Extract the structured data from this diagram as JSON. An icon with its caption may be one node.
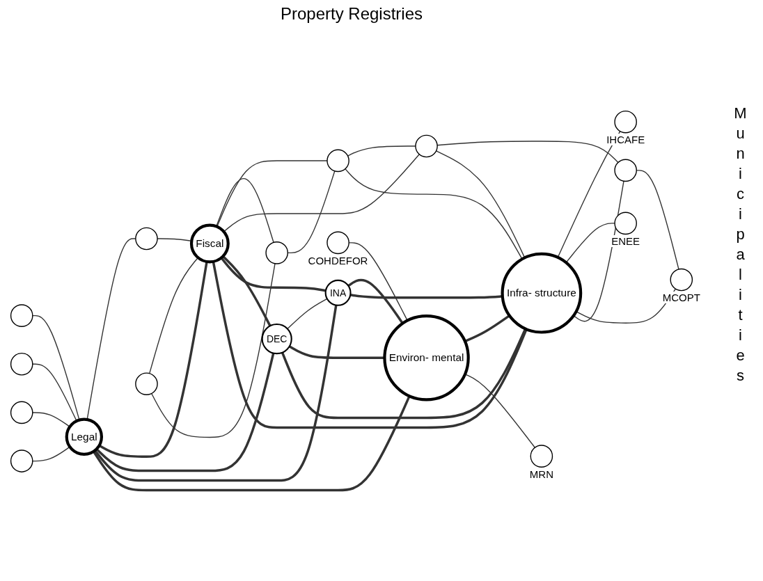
{
  "diagram": {
    "nodes": [
      {
        "text": [
          "Legal"
        ]
      },
      {
        "text": [
          "Fiscal"
        ]
      },
      {
        "text": [
          "DEC"
        ]
      },
      {
        "text": [
          "INA"
        ]
      },
      {
        "text": [
          "Environ- mental"
        ]
      },
      {
        "text": [
          "Infra- structure"
        ]
      },
      {
        "text": [],
        "shape": "circle"
      },
      {
        "text": [],
        "shape": "circle"
      },
      {
        "text": [],
        "shape": "circle"
      },
      {
        "text": [],
        "shape": "circle"
      },
      {
        "text": [],
        "shape": "circle"
      },
      {
        "text": [],
        "shape": "circle"
      },
      {
        "text": [],
        "shape": "circle"
      },
      {
        "text": [],
        "shape": "circle"
      },
      {
        "text": [],
        "shape": "circle"
      },
      {
        "text": [],
        "shape": "circle"
      },
      {
        "text": [],
        "shape": "circle",
        "beside": [
          "COHDEFOR"
        ]
      },
      {
        "text": [],
        "shape": "circle",
        "beside": [
          "MRN"
        ]
      },
      {
        "text": [],
        "shape": "circle",
        "beside": [
          "IHCAFE"
        ]
      },
      {
        "text": [],
        "shape": "circle",
        "beside": [
          "ENEE"
        ]
      },
      {
        "text": [],
        "shape": "circle",
        "beside": [
          "MCOPT"
        ]
      }
    ],
    "edges": [
      {
        "from": 6,
        "to": 0,
        "arrow": "none"
      },
      {
        "from": 7,
        "to": 0,
        "arrow": "none"
      },
      {
        "from": 8,
        "to": 0,
        "arrow": "none"
      },
      {
        "from": 9,
        "to": 0,
        "arrow": "none"
      },
      {
        "from": 0,
        "to": 10,
        "arrow": "none"
      },
      {
        "from": 0,
        "to": 1,
        "arrow": "none",
        "style": "thick"
      },
      {
        "from": 0,
        "to": 2,
        "arrow": "none",
        "style": "thick"
      },
      {
        "from": 0,
        "to": 3,
        "arrow": "none",
        "style": "thick"
      },
      {
        "from": 0,
        "to": 4,
        "arrow": "none",
        "style": "thick"
      },
      {
        "from": 10,
        "to": 1,
        "arrow": "none"
      },
      {
        "from": 11,
        "to": 1,
        "arrow": "none"
      },
      {
        "from": 11,
        "to": 12,
        "arrow": "none"
      },
      {
        "from": 1,
        "to": 12,
        "arrow": "none"
      },
      {
        "from": 12,
        "to": 13,
        "arrow": "none"
      },
      {
        "from": 1,
        "to": 13,
        "arrow": "none"
      },
      {
        "from": 1,
        "to": 14,
        "arrow": "none"
      },
      {
        "from": 13,
        "to": 14,
        "arrow": "none"
      },
      {
        "from": 14,
        "to": 15,
        "arrow": "none"
      },
      {
        "from": 1,
        "to": 2,
        "arrow": "none",
        "style": "thick"
      },
      {
        "from": 1,
        "to": 3,
        "arrow": "none",
        "style": "thick"
      },
      {
        "from": 1,
        "to": 5,
        "arrow": "none",
        "style": "thick"
      },
      {
        "from": 2,
        "to": 3,
        "arrow": "none"
      },
      {
        "from": 2,
        "to": 4,
        "arrow": "none",
        "style": "thick"
      },
      {
        "from": 2,
        "to": 5,
        "arrow": "none",
        "style": "thick"
      },
      {
        "from": 3,
        "to": 4,
        "arrow": "none",
        "style": "thick"
      },
      {
        "from": 3,
        "to": 5,
        "arrow": "none",
        "style": "thick"
      },
      {
        "from": 13,
        "to": 5,
        "arrow": "none"
      },
      {
        "from": 14,
        "to": 5,
        "arrow": "none"
      },
      {
        "from": 4,
        "to": 5,
        "arrow": "none",
        "style": "thick"
      },
      {
        "from": 16,
        "to": 4,
        "arrow": "none"
      },
      {
        "from": 4,
        "to": 17,
        "arrow": "none"
      },
      {
        "from": 5,
        "to": 18,
        "arrow": "none"
      },
      {
        "from": 5,
        "to": 19,
        "arrow": "none"
      },
      {
        "from": 5,
        "to": 20,
        "arrow": "none"
      },
      {
        "from": 5,
        "to": 15,
        "arrow": "none"
      },
      {
        "from": 15,
        "to": 20,
        "arrow": "none"
      }
    ],
    "labels": [
      "Property Registries",
      "Municipalities"
    ]
  }
}
